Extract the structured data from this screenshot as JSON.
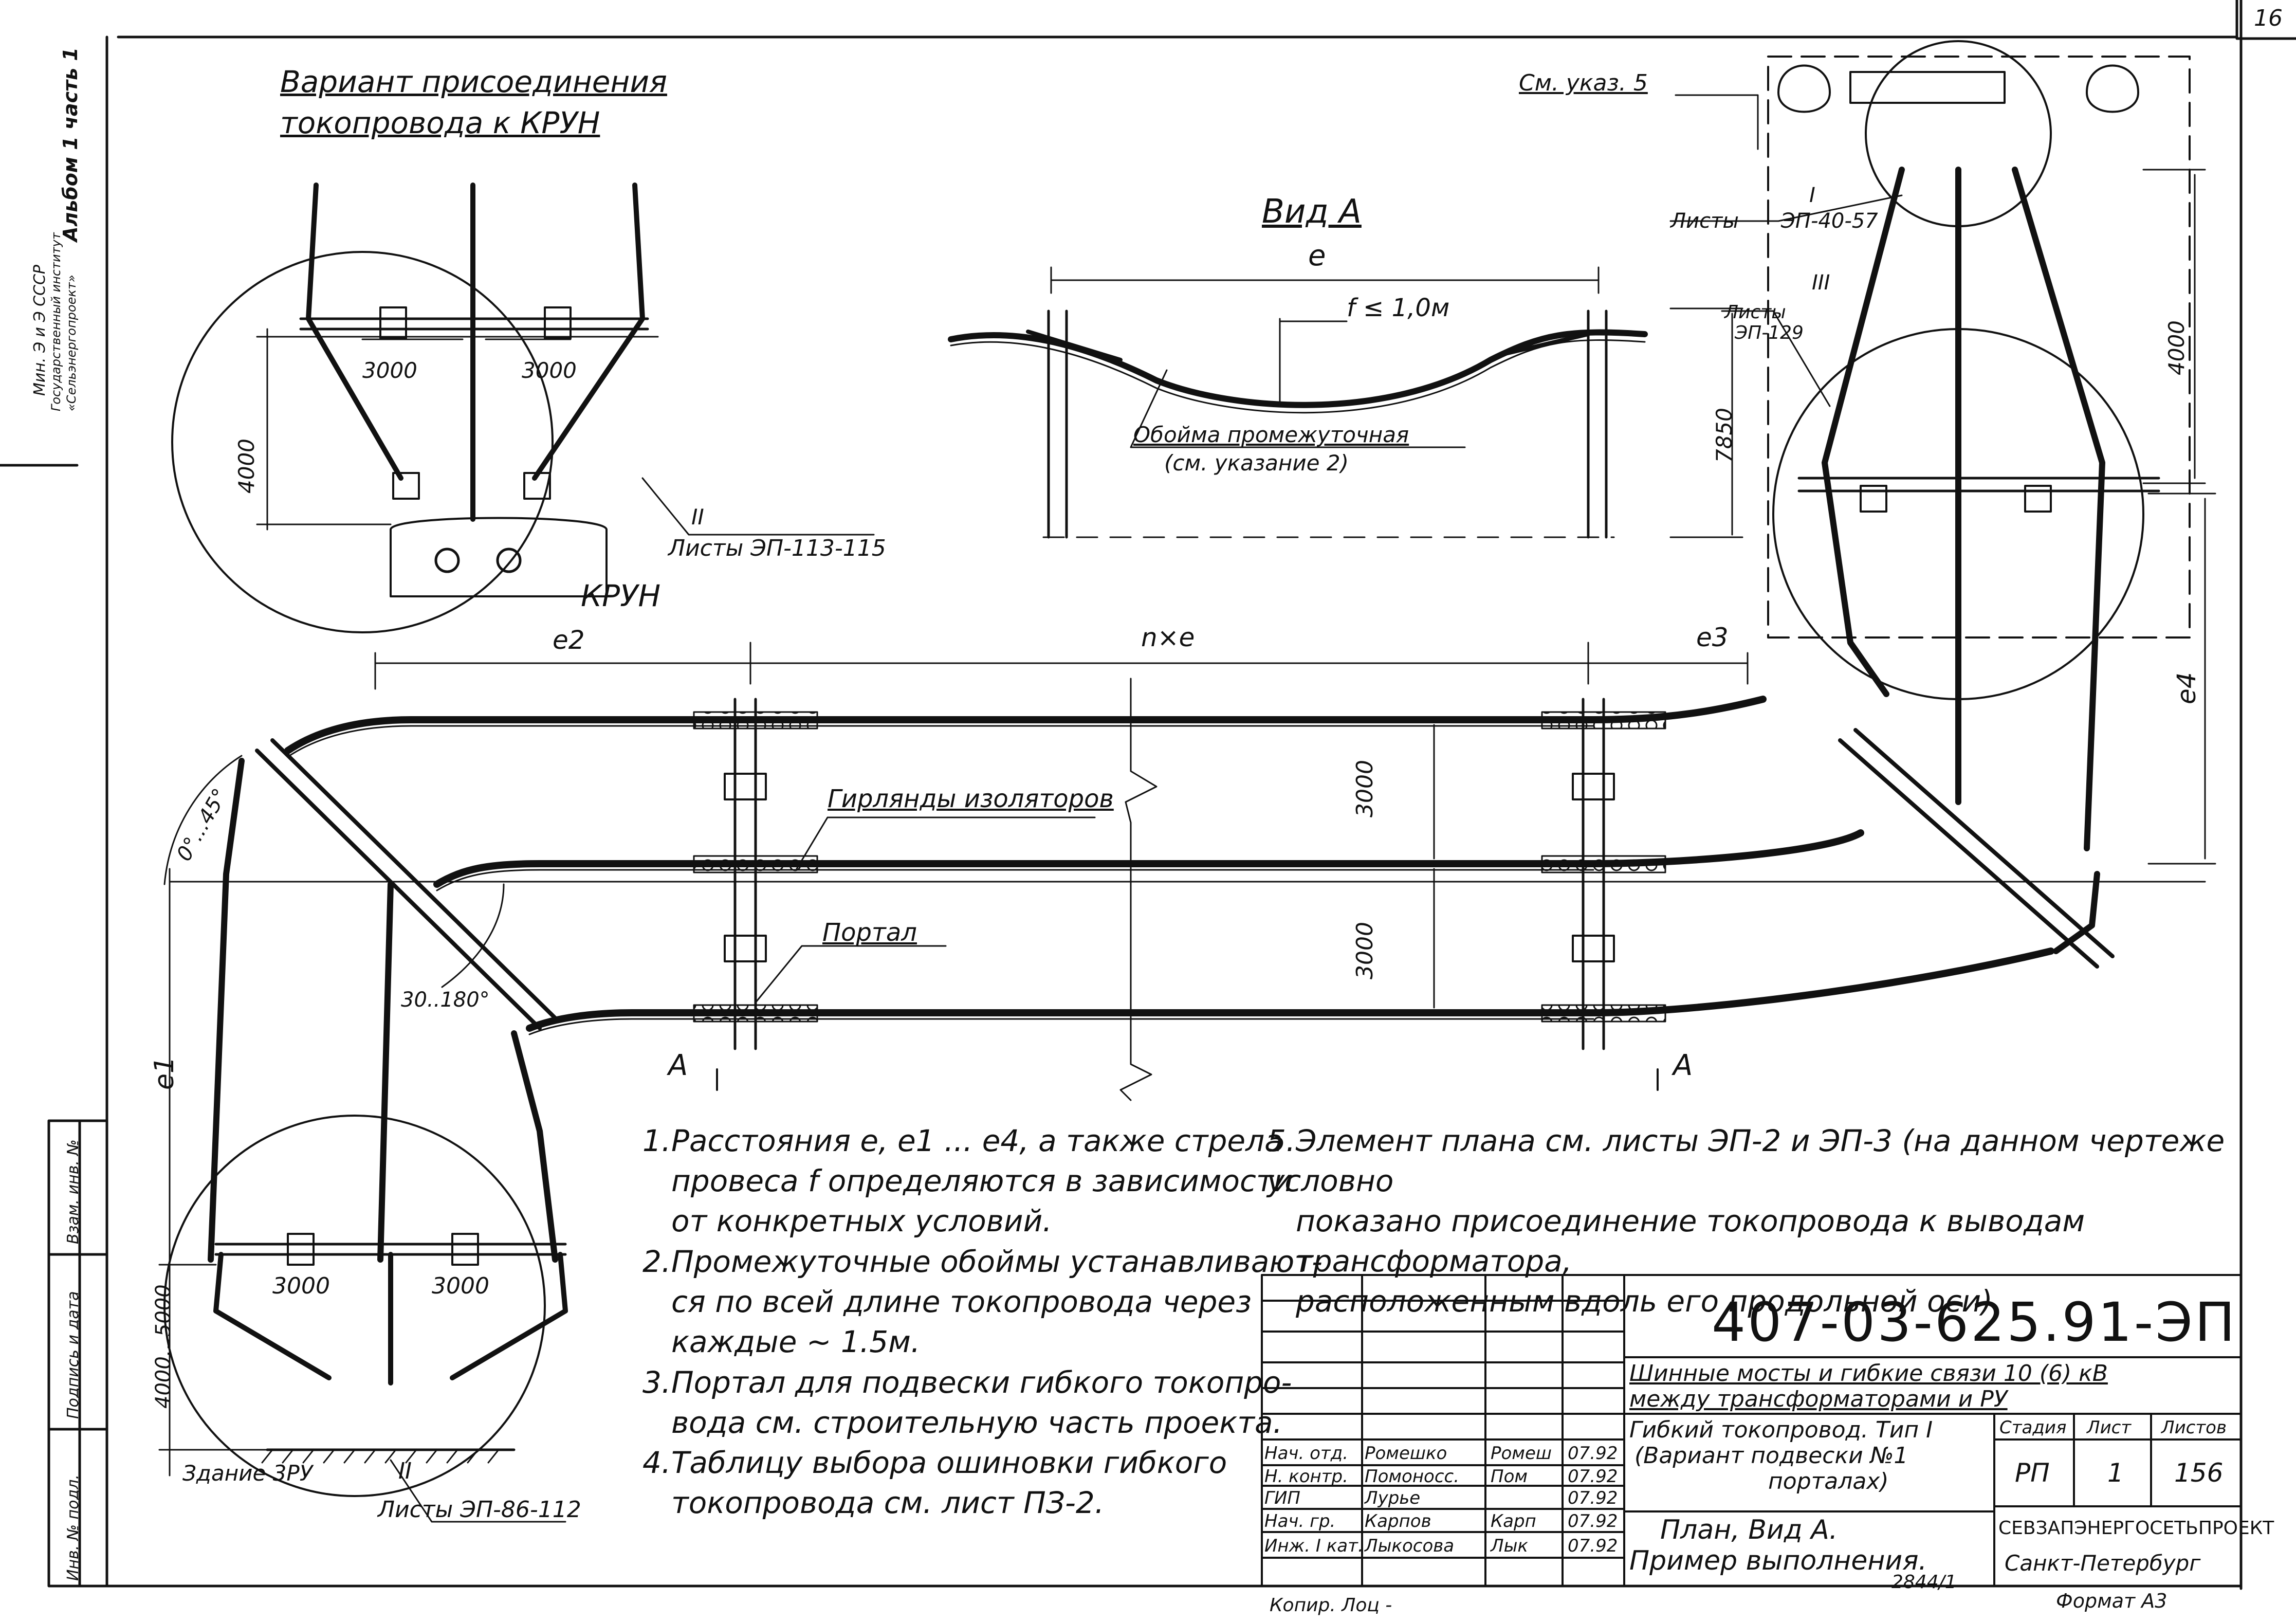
{
  "sheet_number": "16",
  "left_stamp": {
    "org_line1": "Мин. Э и Э СССР",
    "org_line2": "Государственный институт",
    "org_line3": "«Сельэнергопроект»",
    "album": "Альбом 1 часть 1",
    "field_inv": "Инв. № подл.",
    "field_sign": "Подпись и дата",
    "field_replace": "Взам. инв. №"
  },
  "crun_detail": {
    "title_line1": "Вариант присоединения",
    "title_line2": "токопровода к КРУН",
    "dim_left": "3000",
    "dim_right": "3000",
    "dim_height": "4000",
    "ref_mark": "II",
    "ref_sheets": "Листы ЭП-113-115",
    "label": "КРУН"
  },
  "view_a": {
    "title": "Вид А",
    "span_label": "е",
    "sag_label": "f ≤ 1,0м",
    "height_label": "7850",
    "clamp_label_line1": "Обойма промежуточная",
    "clamp_label_line2": "(см. указание 2)"
  },
  "transformer_detail": {
    "see_ref": "См. указ. 5",
    "ref_mark_1": "I",
    "ref_sheets_1_label": "Листы",
    "ref_sheets_1": "ЭП-40-57",
    "ref_mark_3": "III",
    "ref_sheets_3_label": "Листы",
    "ref_sheets_3": "ЭП-129",
    "dim_height": "4000",
    "dim_c4": "е4"
  },
  "plan": {
    "dim_c2": "е2",
    "dim_nxc": "n×е",
    "dim_c3": "е3",
    "dim_3000_top": "3000",
    "dim_3000_bottom": "3000",
    "angle_label": "0°...45°",
    "angle_label2": "30..180°",
    "garland_label": "Гирлянды изоляторов",
    "portal_label": "Портал",
    "section_a_left": "А",
    "section_a_right": "А",
    "dim_c1": "е1",
    "dim_bottom_left": "3000",
    "dim_bottom_right": "3000",
    "dim_4000_5000": "4000...5000",
    "building_label": "Здание 3РУ",
    "ref_mark_2": "II",
    "ref_sheets_2": "Листы ЭП-86-112"
  },
  "notes": [
    {
      "num": "1.",
      "lines": [
        "Расстояния е, е1 ... е4, а также стрела",
        "провеса f определяются в зависимости",
        "от конкретных условий."
      ]
    },
    {
      "num": "2.",
      "lines": [
        "Промежуточные обоймы устанавливают-",
        "ся по всей длине токопровода через",
        "каждые ~ 1.5м."
      ]
    },
    {
      "num": "3.",
      "lines": [
        "Портал для подвески гибкого токопро-",
        "вода см. строительную часть проекта."
      ]
    },
    {
      "num": "4.",
      "lines": [
        "Таблицу выбора ошиновки гибкого",
        "токопровода см. лист ПЗ-2."
      ]
    },
    {
      "num": "5.",
      "lines": [
        "Элемент плана см. листы ЭП-2 и ЭП-3 (на данном чертеже условно",
        "показано присоединение токопровода к выводам трансформатора,",
        "расположенным вдоль его продольной оси)"
      ]
    }
  ],
  "title_block": {
    "doc_code": "407-03-625.91-ЭП",
    "project_line1": "Шинные мосты и гибкие связи 10 (6) кВ",
    "project_line2": "между трансформаторами и РУ",
    "sheet_title_line1": "Гибкий токопровод. Тип I",
    "sheet_title_line2": "(Вариант подвески №1",
    "sheet_title_line3": "порталах)",
    "drawing_title_line1": "План, Вид А.",
    "drawing_title_line2": "Пример выполнения.",
    "head_stage": "Стадия",
    "head_sheet": "Лист",
    "head_sheets": "Листов",
    "stage": "РП",
    "sheet": "1",
    "sheets": "156",
    "org": "СЕВЗАПЭНЕРГОСЕТЬПРОЕКТ",
    "city": "Санкт-Петербург",
    "signatures": [
      {
        "role": "Нач. отд.",
        "name": "Ромешко",
        "sign": "Ромеш",
        "date": "07.92"
      },
      {
        "role": "Н. контр.",
        "name": "Помоносс.",
        "sign": "Пом",
        "date": "07.92"
      },
      {
        "role": "ГИП",
        "name": "Лурье",
        "sign": "",
        "date": "07.92"
      },
      {
        "role": "Нач. гр.",
        "name": "Карпов",
        "sign": "Карп",
        "date": "07.92"
      },
      {
        "role": "Инж. I кат.",
        "name": "Лыкосова",
        "sign": "Лык",
        "date": "07.92"
      }
    ]
  },
  "footer": {
    "copied": "Копир. Лоц -",
    "number": "2844/1",
    "format": "Формат А3"
  }
}
